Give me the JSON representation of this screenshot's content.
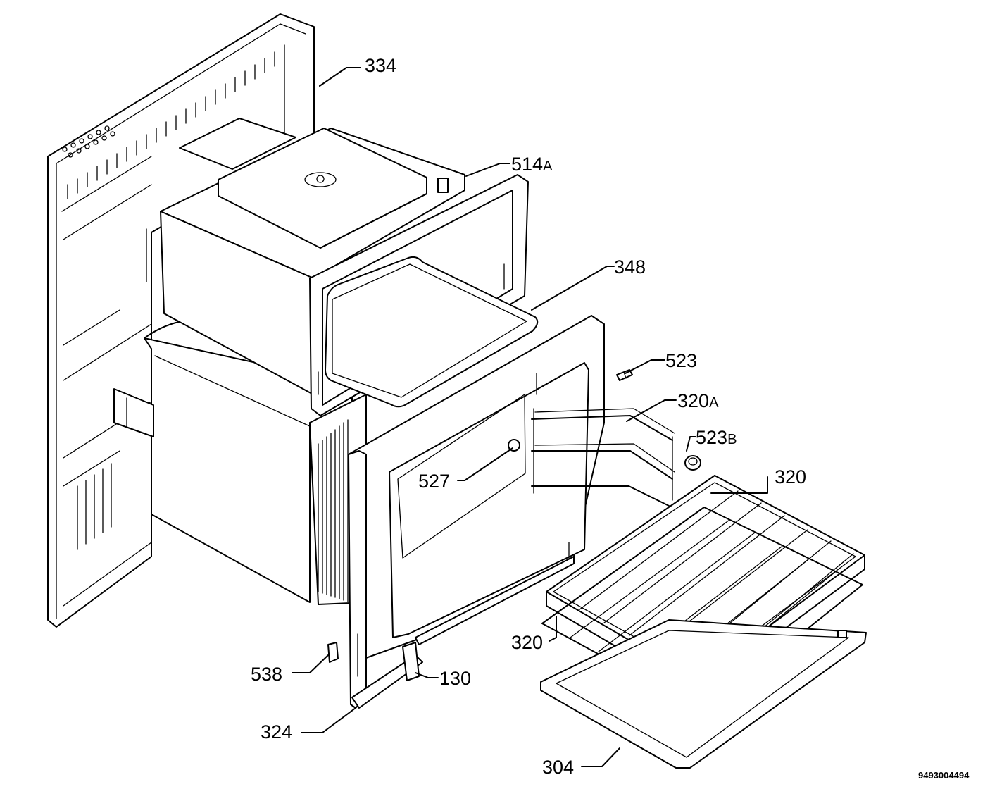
{
  "callouts": {
    "c334": "334",
    "c514": "514",
    "c514_suffix": "A",
    "c348": "348",
    "c523": "523",
    "c320a": "320",
    "c320a_suffix": "A",
    "c523b": "523",
    "c523b_suffix": "B",
    "c527": "527",
    "c320_top": "320",
    "c320_bottom": "320",
    "c538": "538",
    "c130": "130",
    "c324": "324",
    "c304": "304"
  },
  "drawing_code": "9493004494"
}
